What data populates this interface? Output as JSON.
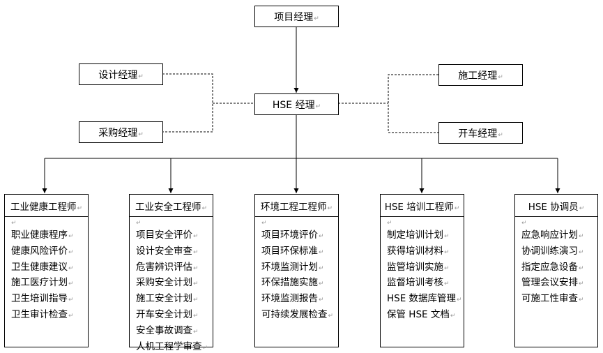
{
  "top": {
    "project_manager": "项目经理",
    "hse_manager": "HSE 经理",
    "design_manager": "设计经理",
    "procurement_manager": "采购经理",
    "construction_manager": "施工经理",
    "commissioning_manager": "开车经理"
  },
  "columns": [
    {
      "title": "工业健康工程师",
      "items": [
        "职业健康程序",
        "健康风险评价",
        "卫生健康建议",
        "施工医疗计划",
        "卫生培训指导",
        "卫生审计检查"
      ]
    },
    {
      "title": "工业安全工程师",
      "items": [
        "项目安全评价",
        "设计安全审查",
        "危害辨识评估",
        "采购安全计划",
        "施工安全计划",
        "开车安全计划",
        "安全事故调查",
        "人机工程学审查"
      ]
    },
    {
      "title": "环境工程工程师",
      "items": [
        "项目环境评价",
        "项目环保标准",
        "环境监测计划",
        "环保措施实施",
        "环境监测报告",
        "可持续发展检查"
      ]
    },
    {
      "title": "HSE 培训工程师",
      "items": [
        "制定培训计划",
        "获得培训材料",
        "监管培训实施",
        "监督培训考核",
        "HSE 数据库管理",
        "保管 HSE 文档"
      ]
    },
    {
      "title": "HSE 协调员",
      "items": [
        "应急响应计划",
        "协调训练演习",
        "指定应急设备",
        "管理会议安排",
        "可施工性审查"
      ]
    }
  ]
}
